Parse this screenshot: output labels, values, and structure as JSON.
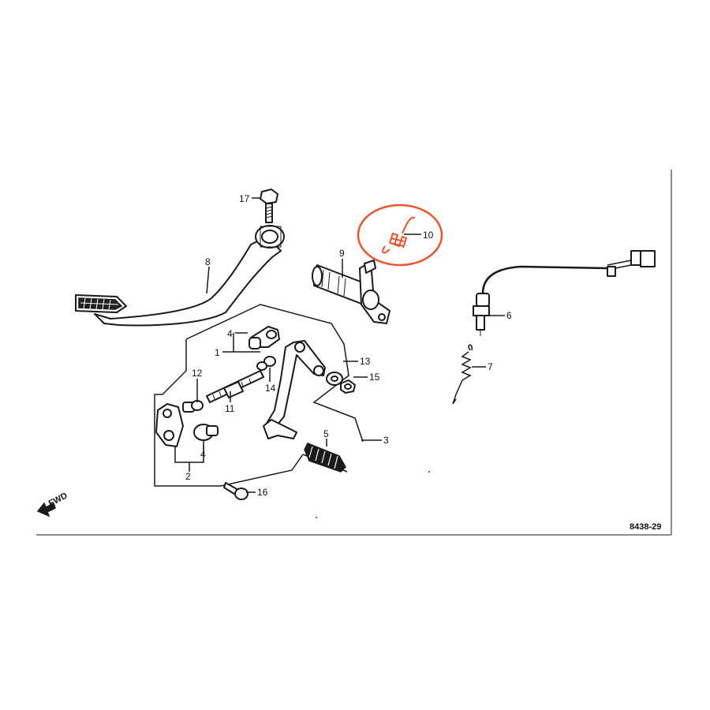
{
  "diagram": {
    "code": "8438-29",
    "direction_label": "FWD",
    "highlight_color": "#e8552e",
    "callouts": {
      "c1": "1",
      "c2": "2",
      "c3": "3",
      "c4a": "4",
      "c4b": "4",
      "c5": "5",
      "c6": "6",
      "c7": "7",
      "c8": "8",
      "c9": "9",
      "c10": "10",
      "c11": "11",
      "c12": "12",
      "c13": "13",
      "c14": "14",
      "c15": "15",
      "c16": "16",
      "c17": "17"
    },
    "parts": [
      "pedal",
      "pedal-rubber",
      "shaft",
      "spring",
      "switch",
      "switch-spring",
      "shift-rod",
      "shift-arm",
      "shift-lever",
      "shift-lever-rubber",
      "joint",
      "nut",
      "washer",
      "bolt"
    ]
  }
}
